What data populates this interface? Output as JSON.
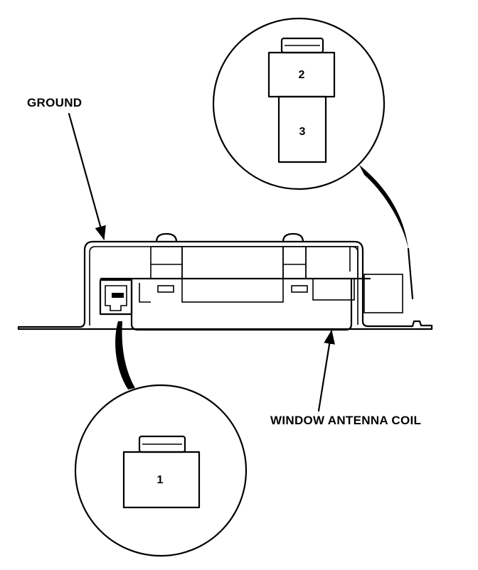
{
  "diagram": {
    "labels": {
      "ground": "GROUND",
      "window_antenna_coil": "WINDOW ANTENNA COIL"
    },
    "terminals": {
      "t1": "1",
      "t2": "2",
      "t3": "3"
    },
    "colors": {
      "ink": "#000000",
      "paper": "#ffffff"
    }
  }
}
